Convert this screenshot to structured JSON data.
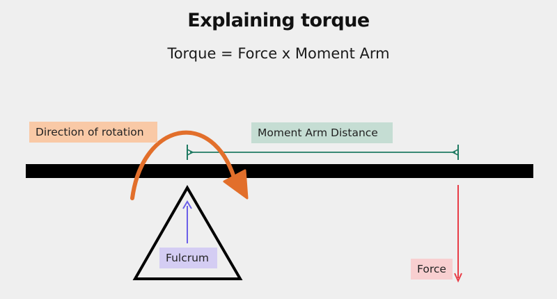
{
  "title": "Explaining torque",
  "subtitle": "Torque = Force x Moment Arm",
  "labels": {
    "rotation": "Direction of rotation",
    "moment_arm": "Moment Arm Distance",
    "fulcrum": "Fulcrum",
    "force": "Force"
  },
  "colors": {
    "beam": "#000000",
    "rotation_arrow": "#e26f2b",
    "moment_arm_arrow": "#1f7a62",
    "fulcrum_arrow": "#6a5ee8",
    "force_arrow": "#e83b45",
    "rotation_label_bg": "#f9c9a6",
    "moment_arm_label_bg": "#c5ddd3",
    "fulcrum_label_bg": "#d4cdf3",
    "force_label_bg": "#f8cfd0"
  }
}
